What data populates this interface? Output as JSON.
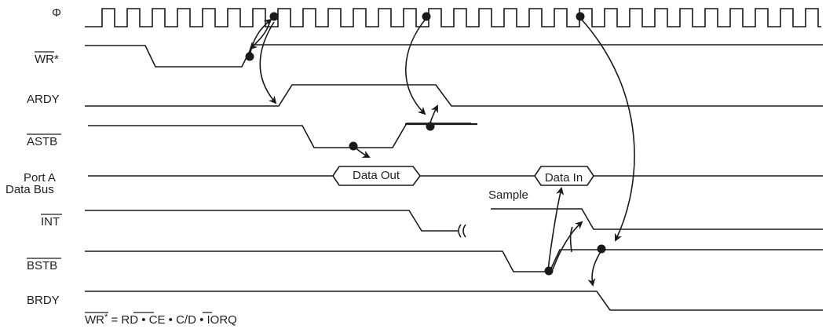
{
  "signals": {
    "phi": "Φ",
    "wr": "WR*",
    "ardy": "ARDY",
    "astb": "ASTB",
    "port_a_line1": "Port A",
    "port_a_line2": "Data Bus",
    "int": "INT",
    "bstb": "BSTB",
    "brdy": "BRDY"
  },
  "bus_labels": {
    "data_out": "Data Out",
    "data_in": "Data In"
  },
  "annotations": {
    "sample": "Sample"
  },
  "footnote": {
    "wr": "WR",
    "star": "*",
    "eq": " = ",
    "rd": "RD",
    "dot1": " • CE • ",
    "c": "C",
    "d": "/D • IORQ"
  }
}
